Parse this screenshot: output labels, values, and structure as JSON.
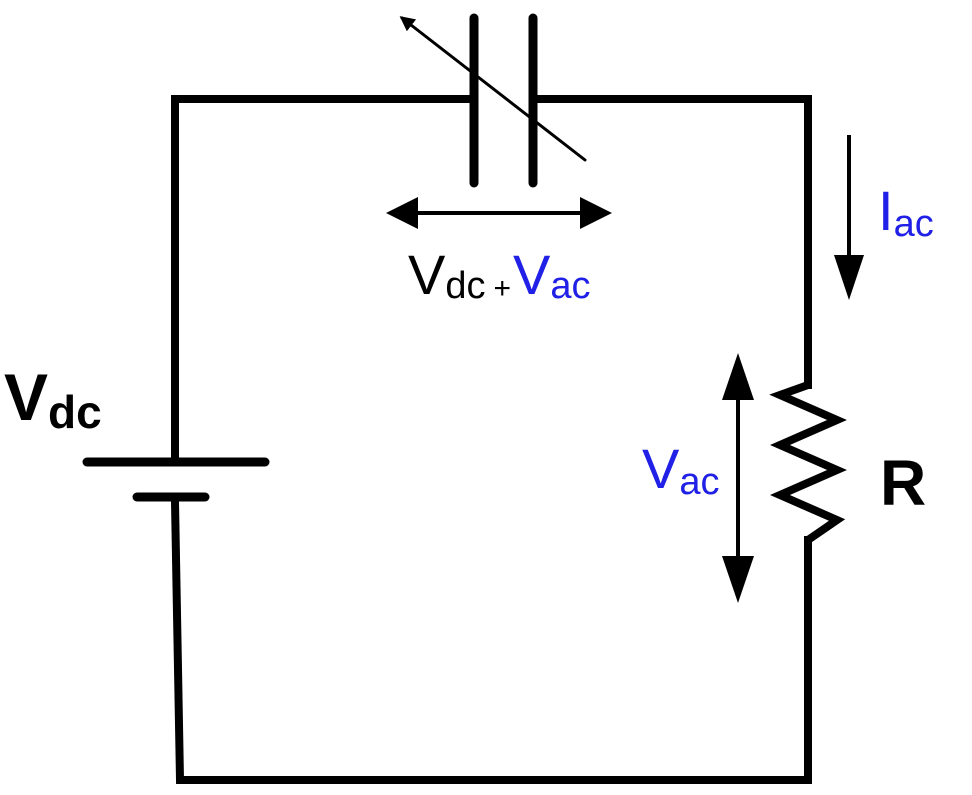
{
  "colors": {
    "wire": "#000000",
    "ac": "#2020e6",
    "dc": "#000000",
    "background": "#ffffff"
  },
  "battery": {
    "symbol": "V",
    "subscript": "dc"
  },
  "capacitor_voltage": {
    "dc_symbol": "V",
    "dc_subscript": "dc",
    "plus": "+",
    "ac_symbol": "V",
    "ac_subscript": "ac"
  },
  "current": {
    "symbol": "I",
    "subscript": "ac"
  },
  "resistor_voltage": {
    "symbol": "V",
    "subscript": "ac"
  },
  "resistor": {
    "label": "R"
  }
}
